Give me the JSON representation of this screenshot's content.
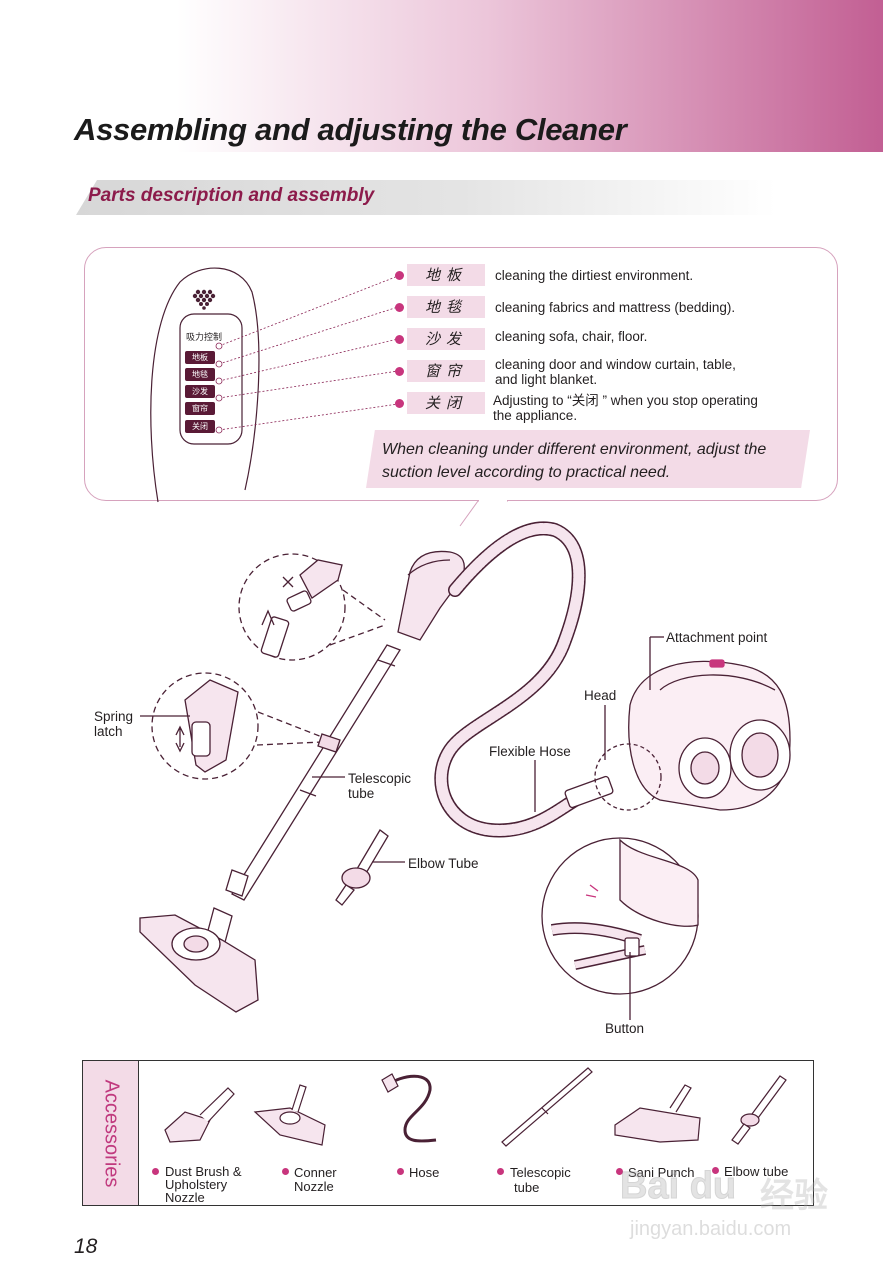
{
  "header": {
    "title": "Assembling and adjusting the Cleaner",
    "section": "Parts description and assembly"
  },
  "controls": {
    "panel_title": "吸力控制",
    "buttons": [
      "地板",
      "地毯",
      "沙发",
      "窗帘",
      "关闭"
    ],
    "items": [
      {
        "label": "地板",
        "desc": [
          "cleaning the dirtiest environment."
        ]
      },
      {
        "label": "地毯",
        "desc": [
          "cleaning fabrics and mattress (bedding)."
        ]
      },
      {
        "label": "沙发",
        "desc": [
          "cleaning sofa, chair, floor."
        ]
      },
      {
        "label": "窗帘",
        "desc": [
          "cleaning door and window curtain, table,",
          "and light blanket."
        ]
      },
      {
        "label": "关闭",
        "desc": [
          "Adjusting to “关闭 ” when you stop operating",
          "the appliance."
        ]
      }
    ],
    "note": "When cleaning under different environment, adjust the suction level according to practical need."
  },
  "diagram": {
    "spring_latch": [
      "Spring",
      "latch"
    ],
    "telescopic_tube": [
      "Telescopic",
      "tube"
    ],
    "elbow_tube": "Elbow Tube",
    "flexible_hose": "Flexible Hose",
    "head": "Head",
    "attachment_point": "Attachment point",
    "button": "Button"
  },
  "accessories": {
    "title": "Accessories",
    "items": [
      {
        "label": [
          "Dust Brush &",
          "Upholstery",
          "Nozzle"
        ]
      },
      {
        "label": [
          "Conner",
          "Nozzle"
        ]
      },
      {
        "label": [
          "Hose"
        ]
      },
      {
        "label": [
          "Telescopic",
          "tube"
        ]
      },
      {
        "label": [
          "Sani Punch"
        ]
      },
      {
        "label": [
          "Elbow tube"
        ]
      }
    ]
  },
  "page_number": "18",
  "watermark": {
    "brand": "Bai du",
    "right": "经验",
    "url": "jingyan.baidu.com"
  },
  "colors": {
    "accent": "#c25f93",
    "pink_light": "#f3dbe7",
    "magenta": "#c8357d",
    "title_red": "#8c1b4b"
  }
}
